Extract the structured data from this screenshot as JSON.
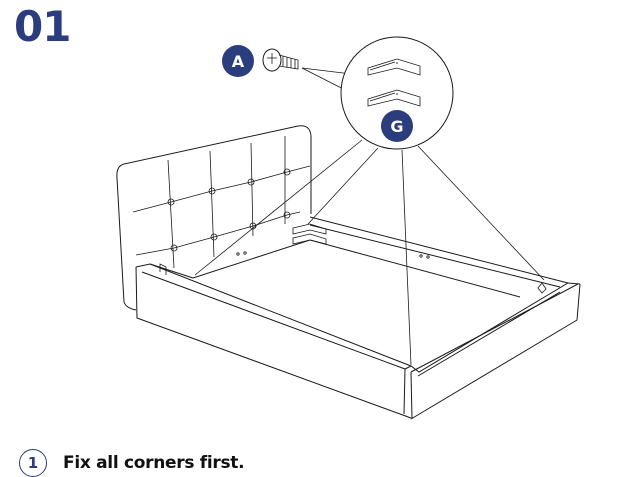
{
  "step": {
    "number": "01"
  },
  "parts": [
    {
      "id": "screw",
      "label": "A"
    },
    {
      "id": "corner-bracket",
      "label": "G"
    }
  ],
  "instructions": [
    {
      "index": "1",
      "text": "Fix all corners first."
    }
  ],
  "colors": {
    "accent": "#2b3d7c",
    "line": "#1a1a1a",
    "background": "#ffffff"
  }
}
